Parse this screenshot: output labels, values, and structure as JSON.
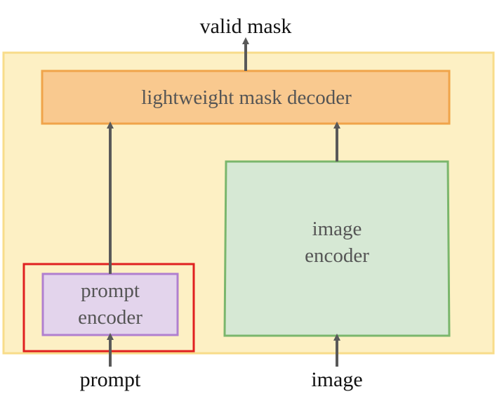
{
  "labels": {
    "output": "valid mask",
    "decoder": "lightweight mask decoder",
    "image_encoder_line1": "image",
    "image_encoder_line2": "encoder",
    "prompt_encoder_line1": "prompt",
    "prompt_encoder_line2": "encoder",
    "input_prompt": "prompt",
    "input_image": "image"
  },
  "colors": {
    "background_panel_fill": "#fdf0c4",
    "background_panel_stroke": "#f8dc8a",
    "decoder_fill": "#f9c98f",
    "decoder_stroke": "#f0a44a",
    "image_encoder_fill": "#d6e8d4",
    "image_encoder_stroke": "#7ab66c",
    "prompt_encoder_fill": "#e3d4ec",
    "prompt_encoder_stroke": "#b07fcf",
    "highlight_box": "#e02020",
    "arrow": "#595959",
    "box_text": "#555555",
    "io_text": "#111111"
  }
}
